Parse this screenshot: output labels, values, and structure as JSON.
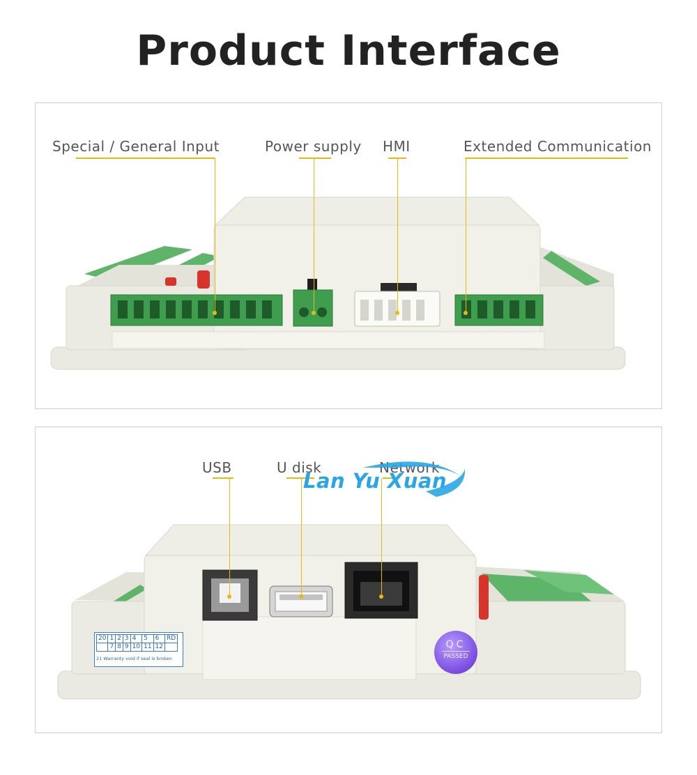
{
  "page_title": "Product Interface",
  "top_panel": {
    "labels": {
      "special_input": "Special / General Input",
      "power_supply": "Power supply",
      "hmi": "HMI",
      "extended_comm": "Extended Communication"
    }
  },
  "bottom_panel": {
    "labels": {
      "usb": "USB",
      "u_disk": "U disk",
      "network": "Network"
    },
    "watermark_logo": "Lan Yu Xuan",
    "qc_badge": {
      "top": "QC",
      "bottom": "PASSED"
    },
    "warranty_seal": {
      "rows": [
        [
          "20",
          "1",
          "2",
          "3",
          "4",
          "5",
          "6",
          "RD"
        ],
        [
          "",
          "7",
          "8",
          "9",
          "10",
          "11",
          "12",
          ""
        ]
      ],
      "row_label": "21",
      "text": "Warranty void if seal is broken"
    }
  },
  "colors": {
    "accent_line": "#e8b90f",
    "terminal_green": "#3f9e4e",
    "case_beige": "#ecebe2",
    "logo_blue": "#2aa6e6"
  }
}
